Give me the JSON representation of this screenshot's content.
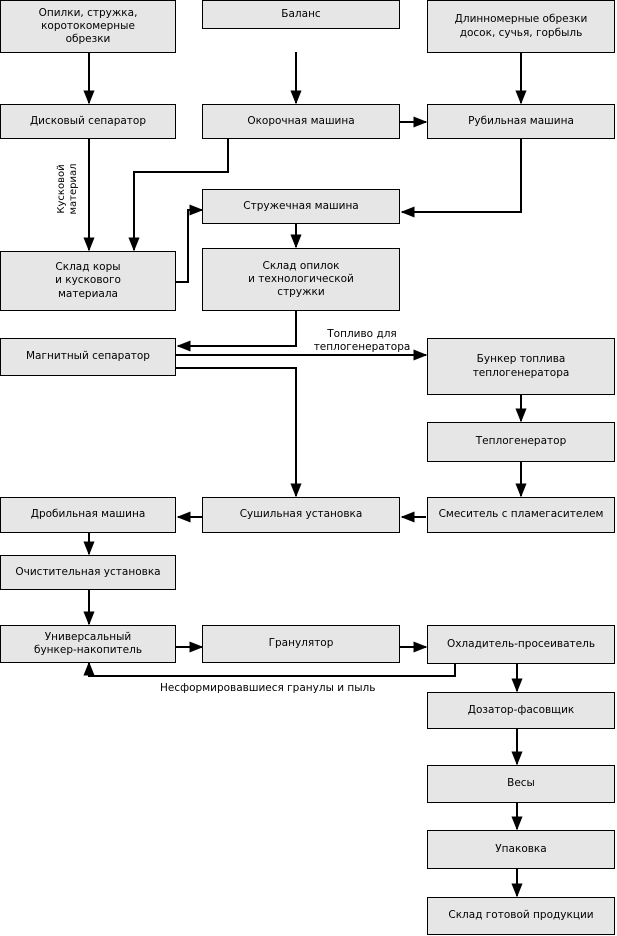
{
  "boxes": {
    "opilki": "Опилки, стружка,\nкоротокомерные\nобрезки",
    "balans": "Баланс",
    "dlinnomernye": "Длинномерные обрезки\nдосок, сучья, горбыль",
    "diskovy_separator": "Дисковый сепаратор",
    "okorochnaya": "Окорочная машина",
    "rubilnaya": "Рубильная машина",
    "struzhechnaya": "Стружечная машина",
    "sklad_kory": "Склад коры\nи кускового\nматериала",
    "sklad_opilok": "Склад опилок\nи технологической\nстружки",
    "magnitny": "Магнитный сепаратор",
    "bunker_topliva": "Бункер топлива\nтеплогенератора",
    "teplogenerator": "Теплогенератор",
    "drobilnaya": "Дробильная машина",
    "sushilnaya": "Сушильная установка",
    "smesitel": "Смеситель с пламегасителем",
    "ochistitelnaya": "Очистительная установка",
    "universalny": "Универсальный\nбункер-накопитель",
    "granulyator": "Гранулятор",
    "okhladitel": "Охладитель-просеиватель",
    "dozator": "Дозатор-фасовщик",
    "vesy": "Весы",
    "upakovka": "Упаковка",
    "sklad_gotovoy": "Склад готовой продукции"
  },
  "labels": {
    "kuskovoy": "Кусковой\nматериал",
    "toplivo": "Топливо для\nтеплогенератора",
    "nesformirovavshiesya": "Несформировавшиеся гранулы и пыль"
  }
}
